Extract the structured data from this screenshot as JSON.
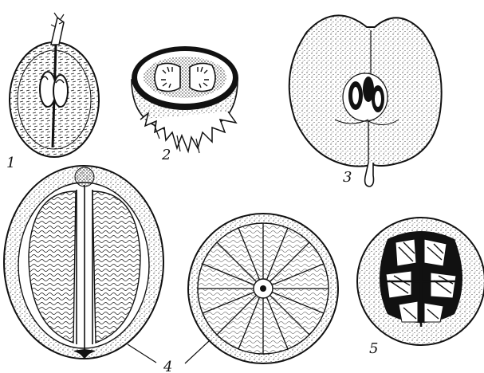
{
  "figure": {
    "labels": [
      "1",
      "2",
      "3",
      "4",
      "5"
    ],
    "colors": {
      "ink": "#111111",
      "paper": "#ffffff"
    },
    "items": [
      {
        "number": "1",
        "icon": "seed-section-icon"
      },
      {
        "number": "2",
        "icon": "cut-fruit-icon"
      },
      {
        "number": "3",
        "icon": "pome-section-icon"
      },
      {
        "number": "4",
        "icon": "citrus-sections-icon"
      },
      {
        "number": "5",
        "icon": "pepo-section-icon"
      }
    ]
  }
}
